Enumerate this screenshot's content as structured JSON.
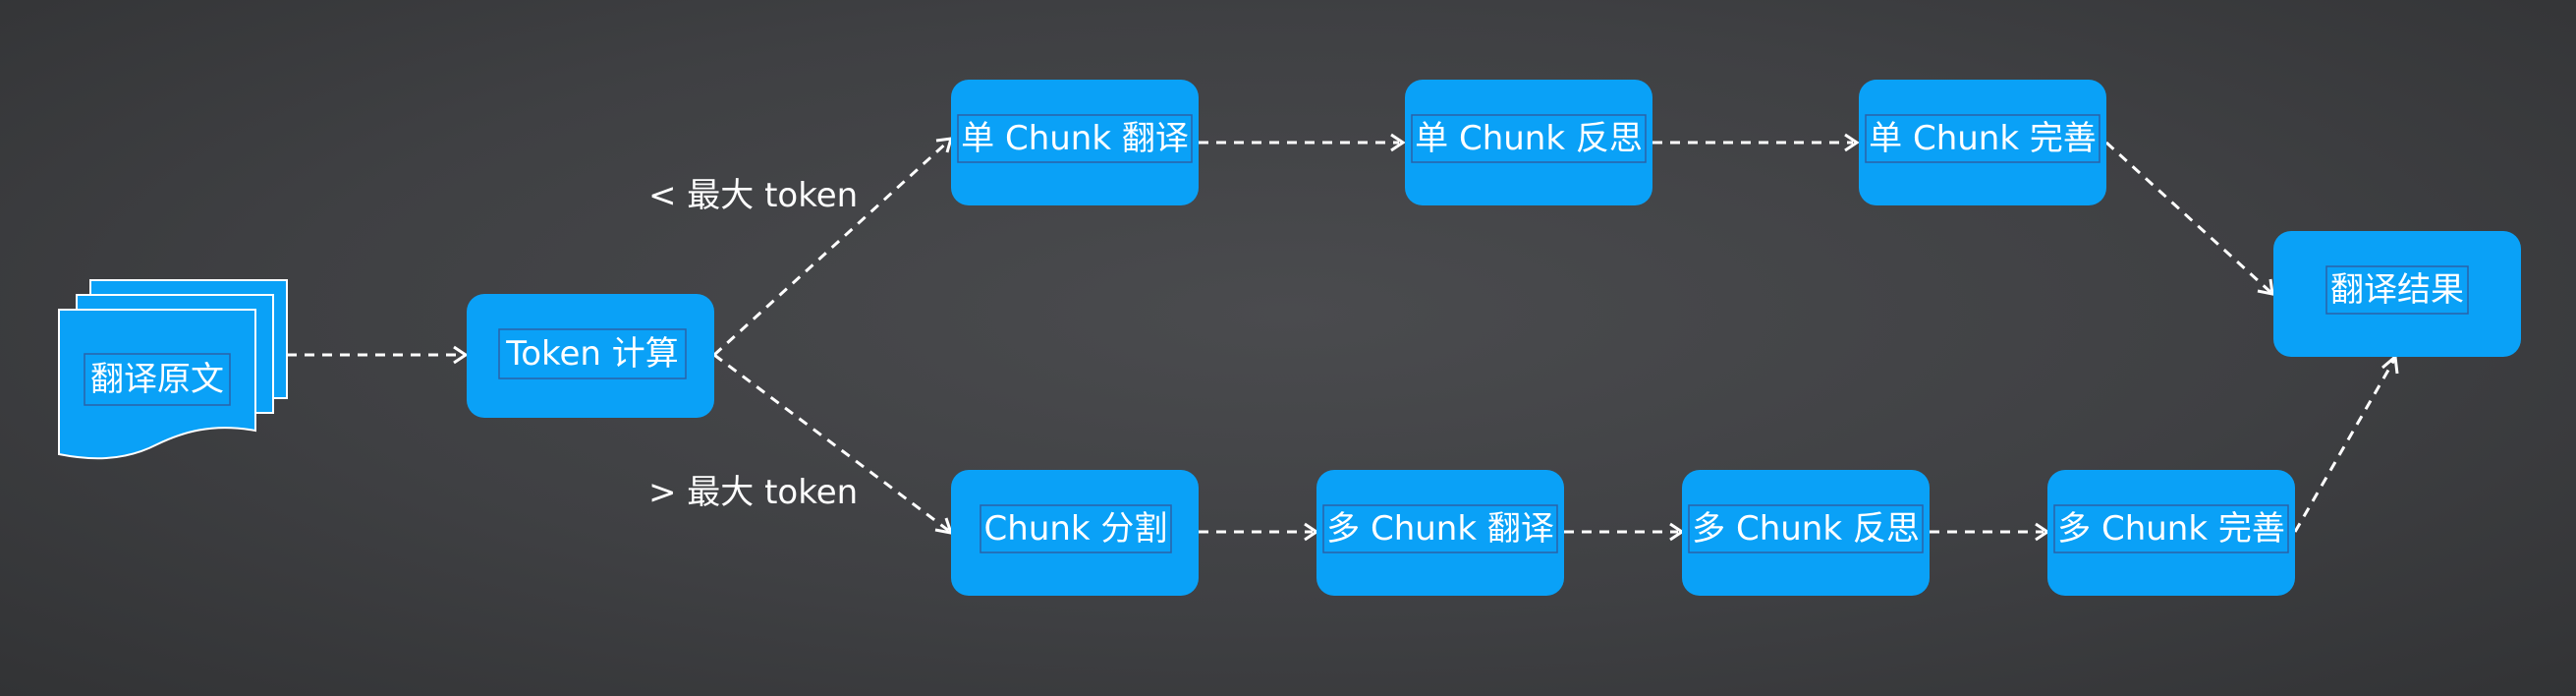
{
  "nodes": {
    "source": "翻译原文",
    "token_calc": "Token 计算",
    "single_translate": "单 Chunk 翻译",
    "single_reflect": "单 Chunk 反思",
    "single_improve": "单 Chunk 完善",
    "result": "翻译结果",
    "chunk_split": "Chunk 分割",
    "multi_translate": "多 Chunk 翻译",
    "multi_reflect": "多 Chunk 反思",
    "multi_improve": "多 Chunk 完善"
  },
  "edge_labels": {
    "below_max": "< 最大 token",
    "above_max": "> 最大 token"
  },
  "colors": {
    "node_fill": "#0aa1f7",
    "background": "#3f4043",
    "edge": "#ffffff"
  }
}
